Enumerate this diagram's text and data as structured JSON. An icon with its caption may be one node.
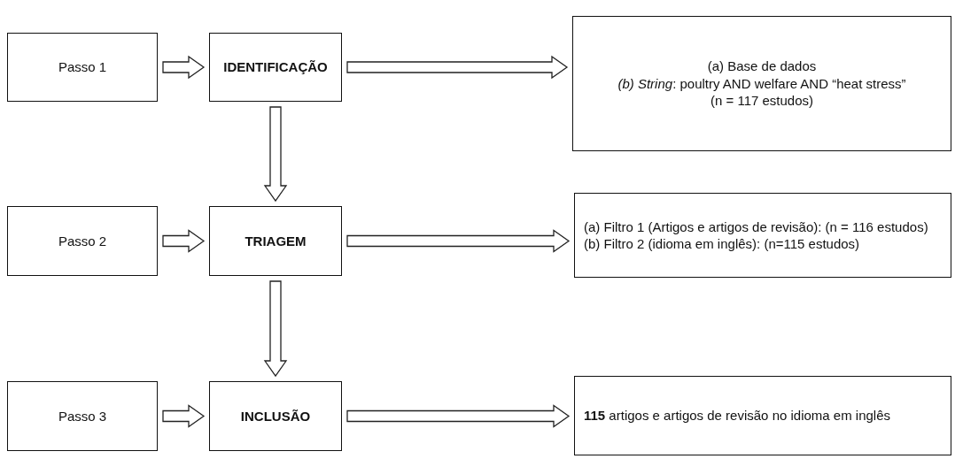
{
  "diagram": {
    "nodes": [
      {
        "text": [
          "Passo 1"
        ]
      },
      {
        "text": [
          "IDENTIFICAÇÃO"
        ]
      },
      {
        "text": [
          "(a) Base de dados",
          "*(b) String*: poultry AND welfare AND “heat stress”",
          "(n = 117 estudos)"
        ]
      },
      {
        "text": [
          "Passo 2"
        ]
      },
      {
        "text": [
          "TRIAGEM"
        ]
      },
      {
        "text": [
          "(a) Filtro 1 (Artigos e artigos de revisão): (n = 116 estudos)",
          "(b) Filtro 2 (idioma em inglês): (n=115 estudos)"
        ]
      },
      {
        "text": [
          "Passo 3"
        ]
      },
      {
        "text": [
          "INCLUSÃO"
        ]
      },
      {
        "text": [
          "**115** artigos e artigos de revisão no idioma em inglês"
        ]
      }
    ],
    "edges": [
      {
        "from": 0,
        "to": 1,
        "arrow": "to"
      },
      {
        "from": 1,
        "to": 2,
        "arrow": "to"
      },
      {
        "from": 1,
        "to": 4,
        "arrow": "to"
      },
      {
        "from": 3,
        "to": 4,
        "arrow": "to"
      },
      {
        "from": 4,
        "to": 5,
        "arrow": "to"
      },
      {
        "from": 4,
        "to": 7,
        "arrow": "to"
      },
      {
        "from": 6,
        "to": 7,
        "arrow": "to"
      },
      {
        "from": 7,
        "to": 8,
        "arrow": "to"
      }
    ]
  }
}
